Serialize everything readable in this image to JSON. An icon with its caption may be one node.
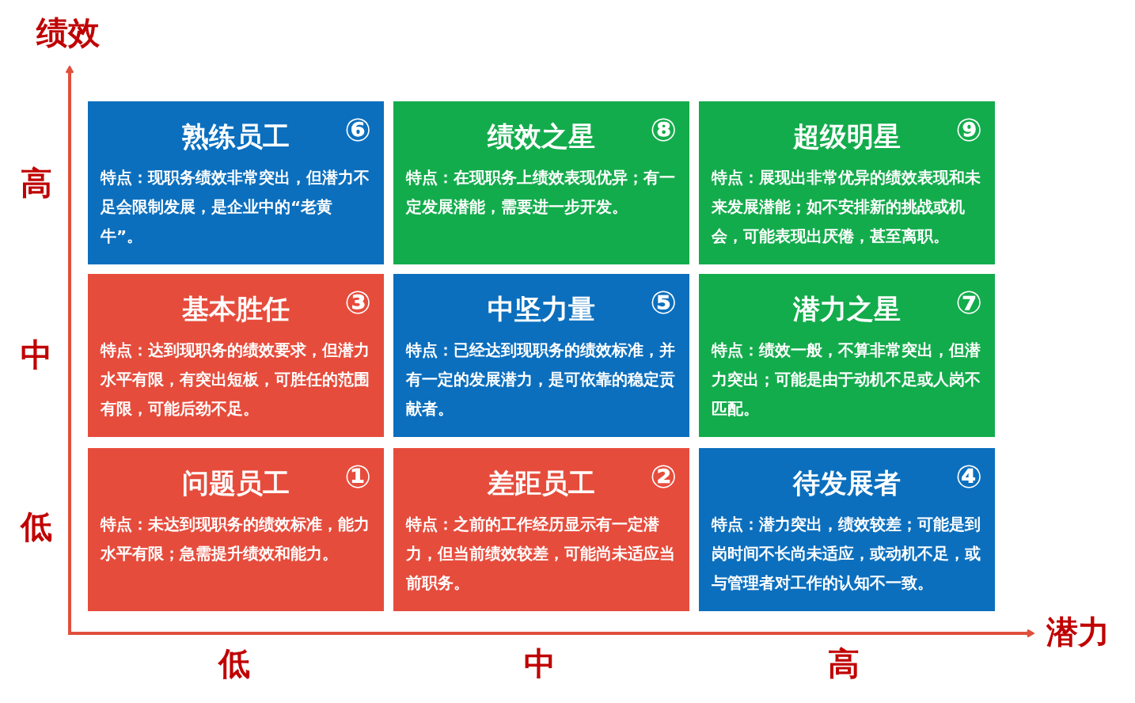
{
  "diagram": {
    "nodes": [
      {
        "text": [
          "熟练员工",
          "⑥",
          "特点：现职务绩效非常突出，但潜力不足会限制发展，是企业中的“老黄牛”。"
        ]
      },
      {
        "text": [
          "绩效之星",
          "⑧",
          "特点：在现职务上绩效表现优异；有一定发展潜能，需要进一步开发。"
        ]
      },
      {
        "text": [
          "超级明星",
          "⑨",
          "特点：展现出非常优异的绩效表现和未来发展潜能；如不安排新的挑战或机会，可能表现出厌倦，甚至离职。"
        ]
      },
      {
        "text": [
          "基本胜任",
          "③",
          "特点：达到现职务的绩效要求，但潜力水平有限，有突出短板，可胜任的范围有限，可能后劲不足。"
        ]
      },
      {
        "text": [
          "中坚力量",
          "⑤",
          "特点：已经达到现职务的绩效标准，并有一定的发展潜力，是可依靠的稳定贡献者。"
        ]
      },
      {
        "text": [
          "潜力之星",
          "⑦",
          "特点：绩效一般，不算非常突出，但潜力突出；可能是由于动机不足或人岗不匹配。"
        ]
      },
      {
        "text": [
          "问题员工",
          "①",
          "特点：未达到现职务的绩效标准，能力水平有限；急需提升绩效和能力。"
        ]
      },
      {
        "text": [
          "差距员工",
          "②",
          "特点：之前的工作经历显示有一定潜力，但当前绩效较差，可能尚未适应当前职务。"
        ]
      },
      {
        "text": [
          "待发展者",
          "④",
          "特点：潜力突出，绩效较差；可能是到岗时间不长尚未适应，或动机不足，或与管理者对工作的认知不一致。"
        ]
      }
    ],
    "labels": [
      "绩效",
      "高",
      "中",
      "低",
      "潜力",
      "低",
      "中",
      "高"
    ]
  }
}
